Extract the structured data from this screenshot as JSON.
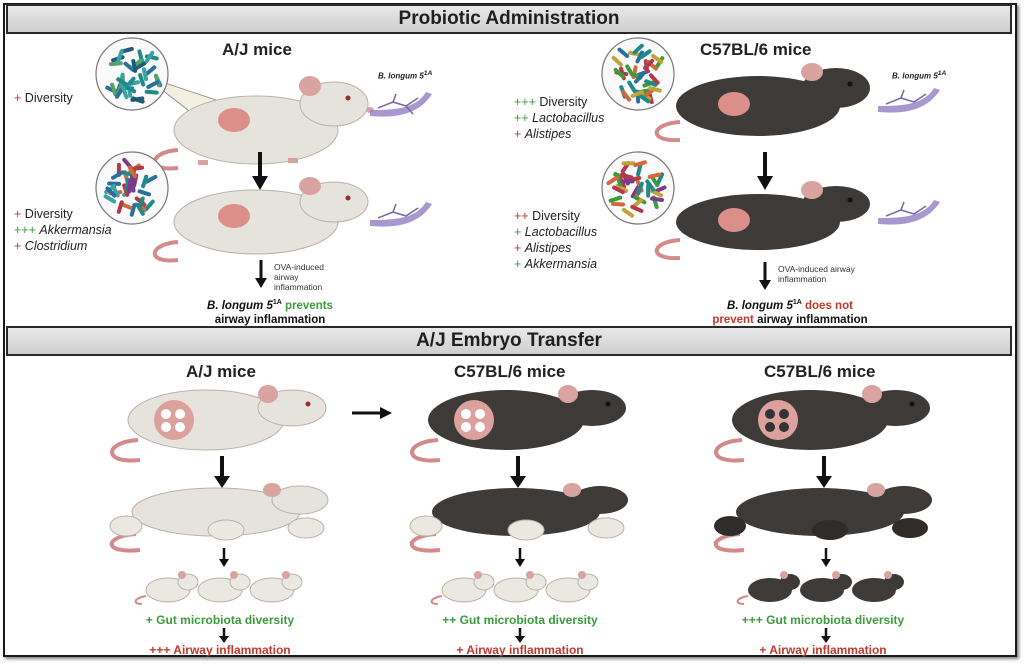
{
  "sections": {
    "probiotic_title": "Probiotic Administration",
    "embryo_title": "A/J Embryo Transfer"
  },
  "top_left": {
    "strain": "A/J mice",
    "before": [
      {
        "plus": "+",
        "label": "Diversity",
        "italic": false
      }
    ],
    "after": [
      {
        "plus": "+",
        "label": "Diversity",
        "italic": false,
        "tone": "red"
      },
      {
        "plus": "+++",
        "label": "Akkermansia",
        "italic": true,
        "tone": "green"
      },
      {
        "plus": "+",
        "label": "Clostridium",
        "italic": true,
        "tone": "red"
      }
    ],
    "probiotic": "B. longum 5",
    "probiotic_sup": "1A",
    "note": "OVA-induced airway inflammation",
    "outcome_a": "B. longum 5",
    "outcome_sup": "1A",
    "outcome_b": " prevents",
    "outcome_c": "airway inflammation"
  },
  "top_right": {
    "strain": "C57BL/6 mice",
    "before": [
      {
        "plus": "+++",
        "label": "Diversity",
        "italic": false,
        "tone": "green"
      },
      {
        "plus": "++",
        "label": "Lactobacillus",
        "italic": true,
        "tone": "green"
      },
      {
        "plus": "+",
        "label": "Alistipes",
        "italic": true,
        "tone": "red"
      }
    ],
    "after": [
      {
        "plus": "++",
        "label": "Diversity",
        "italic": false,
        "tone": "red"
      },
      {
        "plus": "+",
        "label": "Lactobacillus",
        "italic": true,
        "tone": "green"
      },
      {
        "plus": "+",
        "label": "Alistipes",
        "italic": true,
        "tone": "red"
      },
      {
        "plus": "+",
        "label": "Akkermansia",
        "italic": true,
        "tone": "green"
      }
    ],
    "probiotic": "B. longum 5",
    "probiotic_sup": "1A",
    "note": "OVA-induced airway inflammation",
    "outcome_a": "B. longum 5",
    "outcome_sup": "1A",
    "outcome_b": " does not",
    "outcome_c": "prevent",
    "outcome_d": " airway inflammation"
  },
  "embryo": {
    "col1": {
      "strain": "A/J mice",
      "diversity_plus": "+",
      "diversity": "Gut microbiota diversity",
      "airway_plus": "+++",
      "airway": "Airway inflammation"
    },
    "col2": {
      "strain": "C57BL/6 mice",
      "diversity_plus": "++",
      "diversity": "Gut microbiota diversity",
      "airway_plus": "+",
      "airway": "Airway inflammation"
    },
    "col3": {
      "strain": "C57BL/6 mice",
      "diversity_plus": "+++",
      "diversity": "Gut microbiota diversity",
      "airway_plus": "+",
      "airway": "Airway inflammation"
    }
  },
  "colors": {
    "plus_red": "#c0392b",
    "plus_green": "#3a9d3a",
    "white_mouse": "#e6e2dc",
    "black_mouse": "#3d3a38",
    "ear_pink": "#d9a3a0",
    "tail_pink": "#d48a8a",
    "probiotic_purple": "#9a86c8"
  }
}
